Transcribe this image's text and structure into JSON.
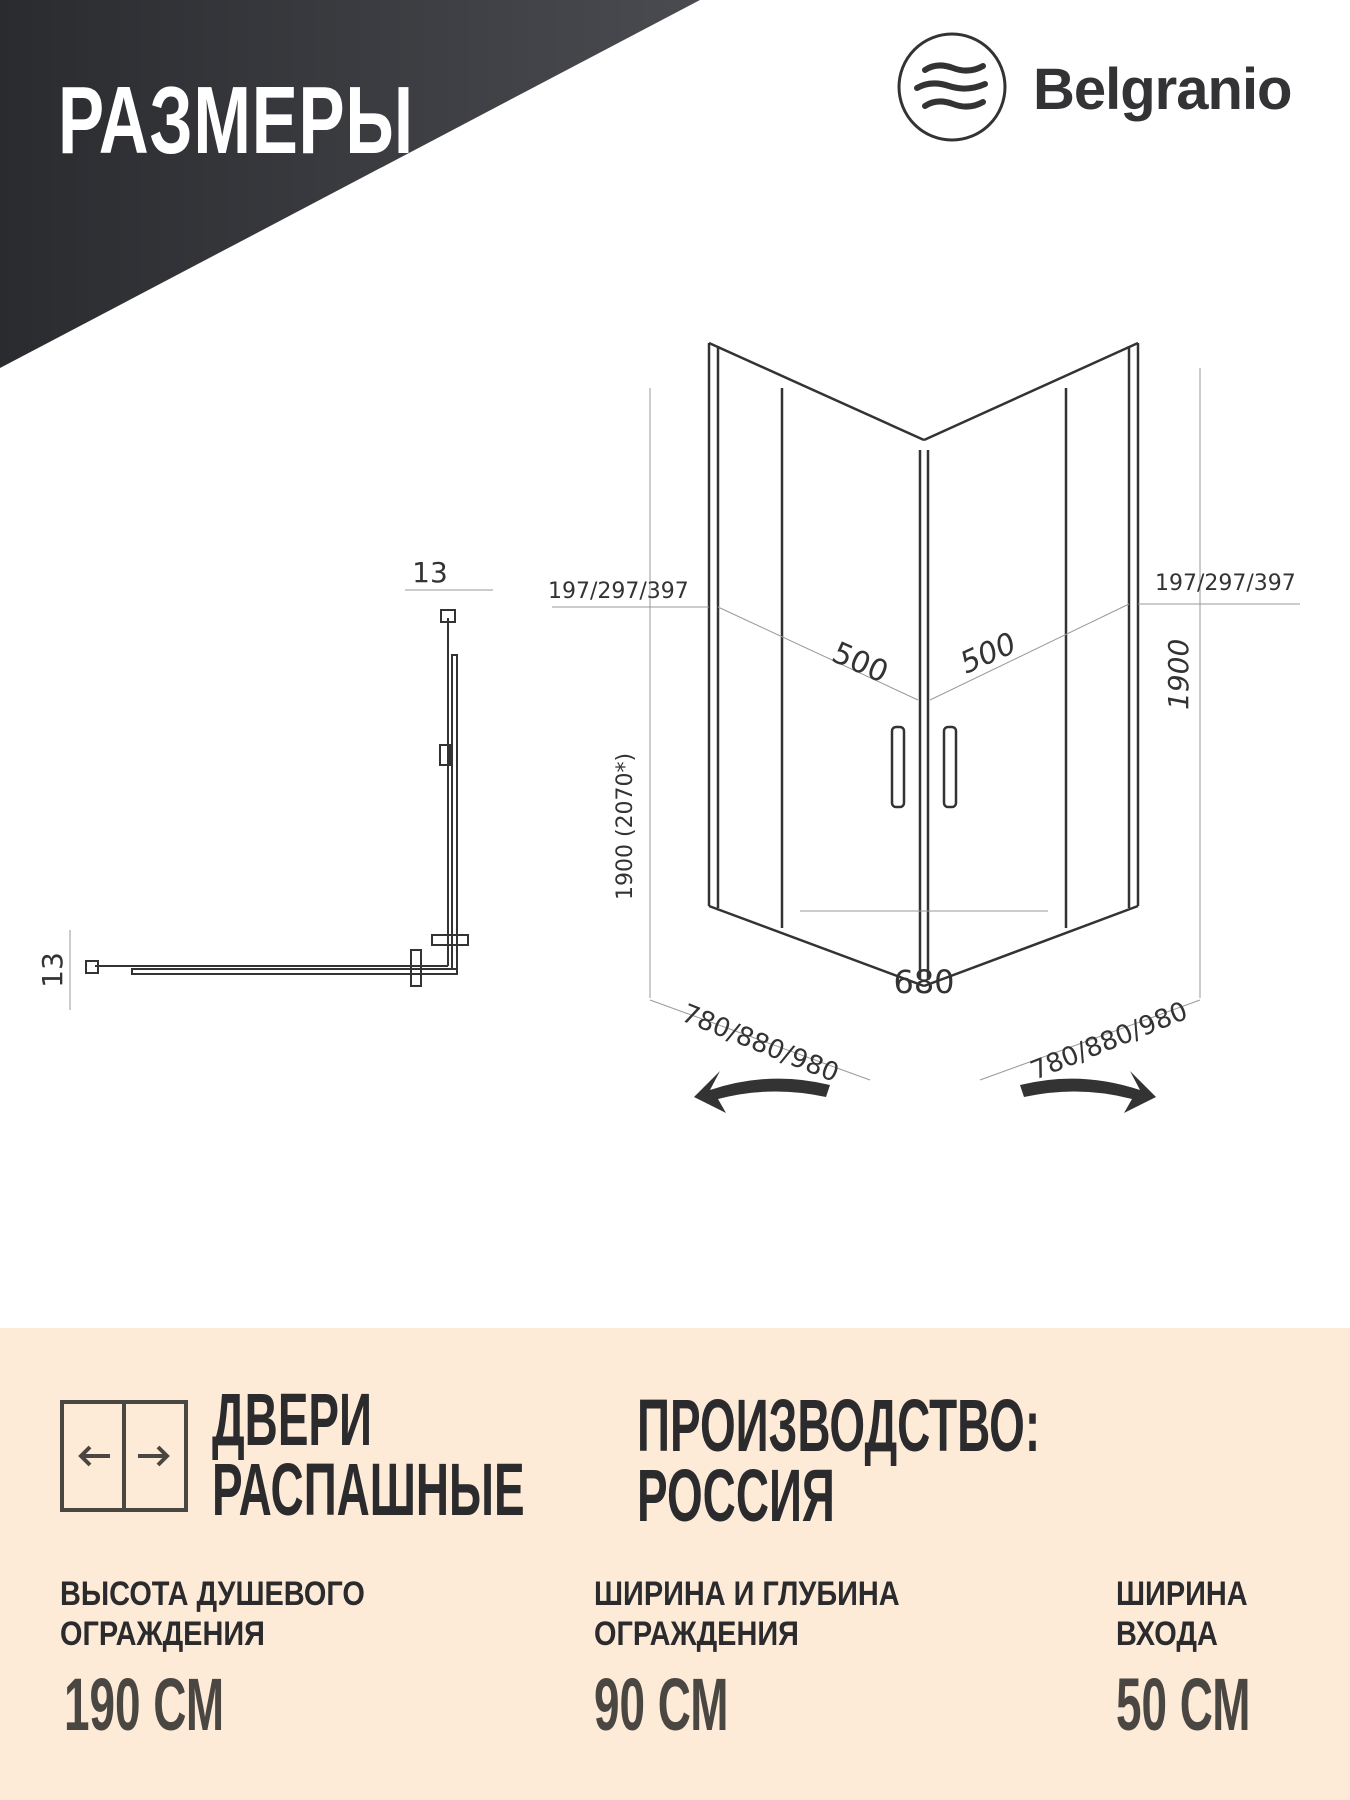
{
  "header": {
    "title": "РАЗМЕРЫ",
    "brand": "Belgranio"
  },
  "drawing": {
    "plan_dim_top": "13",
    "plan_dim_left": "13",
    "fixed_panel_left": "197/297/397",
    "fixed_panel_right": "197/297/397",
    "door_left": "500",
    "door_right": "500",
    "height_left": "1900 (2070*)",
    "height_right": "1900",
    "entry": "680",
    "side_left": "780/880/980",
    "side_right": "780/880/980"
  },
  "info": {
    "door_type_line1": "ДВЕРИ",
    "door_type_line2": "РАСПАШНЫЕ",
    "origin_line1": "ПРОИЗВОДСТВО:",
    "origin_line2": "РОССИЯ",
    "specs": [
      {
        "label_line1": "ВЫСОТА ДУШЕВОГО",
        "label_line2": "ОГРАЖДЕНИЯ",
        "value": "190 СМ"
      },
      {
        "label_line1": "ШИРИНА И ГЛУБИНА",
        "label_line2": "ОГРАЖДЕНИЯ",
        "value": "90 СМ"
      },
      {
        "label_line1": "ШИРИНА",
        "label_line2": "ВХОДА",
        "value": "50 СМ"
      }
    ]
  },
  "colors": {
    "header_dark": "#2e2f33",
    "info_bg": "#fdebd8",
    "text": "#2b2b2d"
  }
}
